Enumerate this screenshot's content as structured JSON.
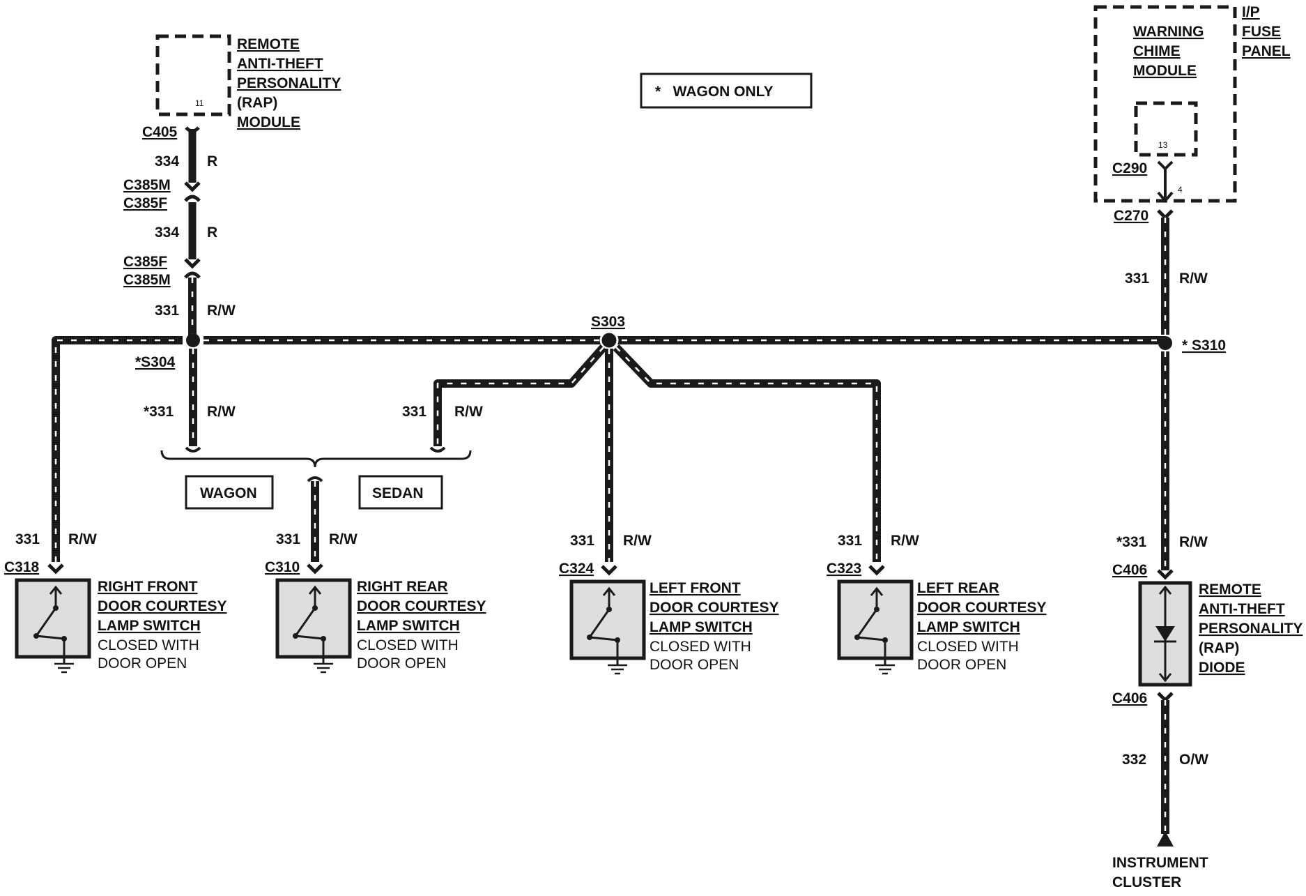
{
  "diagram": {
    "legend_note": "*   WAGON ONLY",
    "rap_module": {
      "label_lines": [
        "REMOTE",
        "ANTI-THEFT",
        "PERSONALITY",
        "(RAP)",
        "MODULE"
      ],
      "pin": "11",
      "connector": "C405"
    },
    "rap_wire": {
      "circuit_1": "334",
      "color_1": "R",
      "conn_a1": "C385M",
      "conn_a2": "C385F",
      "circuit_2": "334",
      "color_2": "R",
      "conn_b1": "C385F",
      "conn_b2": "C385M",
      "circuit_3": "331",
      "color_3": "R/W"
    },
    "splice_s304": "*S304",
    "splice_s303": "S303",
    "splice_s310": "* S310",
    "wagon_branch": {
      "circuit": "*331",
      "color": "R/W"
    },
    "sedan_branch": {
      "circuit": "331",
      "color": "R/W"
    },
    "wagon_tag": "WAGON",
    "sedan_tag": "SEDAN",
    "fuse_panel": {
      "label_lines": [
        "I/P",
        "FUSE",
        "PANEL"
      ],
      "chime_lines": [
        "WARNING",
        "CHIME",
        "MODULE"
      ],
      "inner_pin": "13",
      "connector": "C290",
      "pin_4": "4",
      "connector_out": "C270",
      "circuit": "331",
      "color": "R/W"
    },
    "switches": [
      {
        "connector": "C318",
        "circuit": "331",
        "color": "R/W",
        "title_lines": [
          "RIGHT FRONT",
          "DOOR COURTESY",
          "LAMP SWITCH"
        ],
        "note_lines": [
          "CLOSED WITH",
          "DOOR OPEN"
        ]
      },
      {
        "connector": "C310",
        "circuit": "331",
        "color": "R/W",
        "title_lines": [
          "RIGHT REAR",
          "DOOR COURTESY",
          "LAMP SWITCH"
        ],
        "note_lines": [
          "CLOSED WITH",
          "DOOR OPEN"
        ]
      },
      {
        "connector": "C324",
        "circuit": "331",
        "color": "R/W",
        "title_lines": [
          "LEFT FRONT",
          "DOOR COURTESY",
          "LAMP SWITCH"
        ],
        "note_lines": [
          "CLOSED WITH",
          "DOOR OPEN"
        ]
      },
      {
        "connector": "C323",
        "circuit": "331",
        "color": "R/W",
        "title_lines": [
          "LEFT REAR",
          "DOOR COURTESY",
          "LAMP SWITCH"
        ],
        "note_lines": [
          "CLOSED WITH",
          "DOOR OPEN"
        ]
      }
    ],
    "rap_diode": {
      "circuit_in": "*331",
      "color_in": "R/W",
      "connector_top": "C406",
      "label_lines": [
        "REMOTE",
        "ANTI-THEFT",
        "PERSONALITY",
        "(RAP)",
        "DIODE"
      ],
      "connector_bottom": "C406",
      "circuit_out": "332",
      "color_out": "O/W"
    },
    "instrument_cluster_lines": [
      "INSTRUMENT",
      "CLUSTER"
    ]
  }
}
